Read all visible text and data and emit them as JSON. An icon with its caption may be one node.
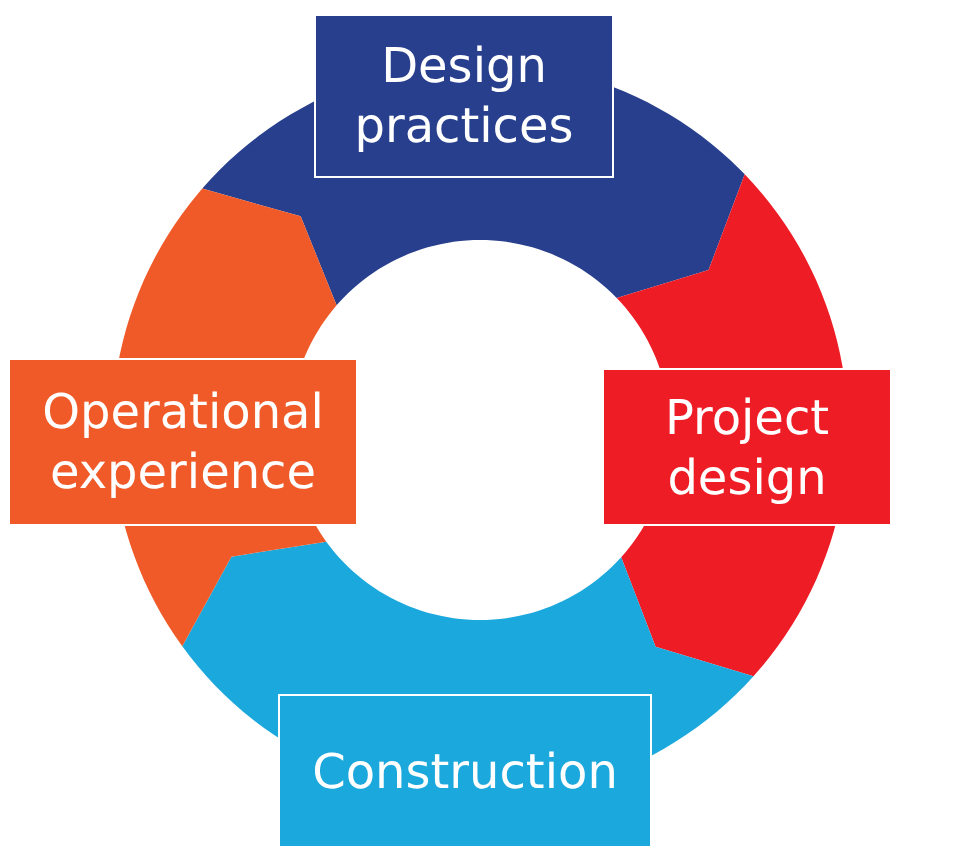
{
  "diagram": {
    "nodes": [
      {
        "text": [
          "Design practices"
        ]
      },
      {
        "text": [
          "Project design"
        ]
      },
      {
        "text": [
          "Construction"
        ]
      },
      {
        "text": [
          "Operational experience"
        ]
      }
    ]
  }
}
